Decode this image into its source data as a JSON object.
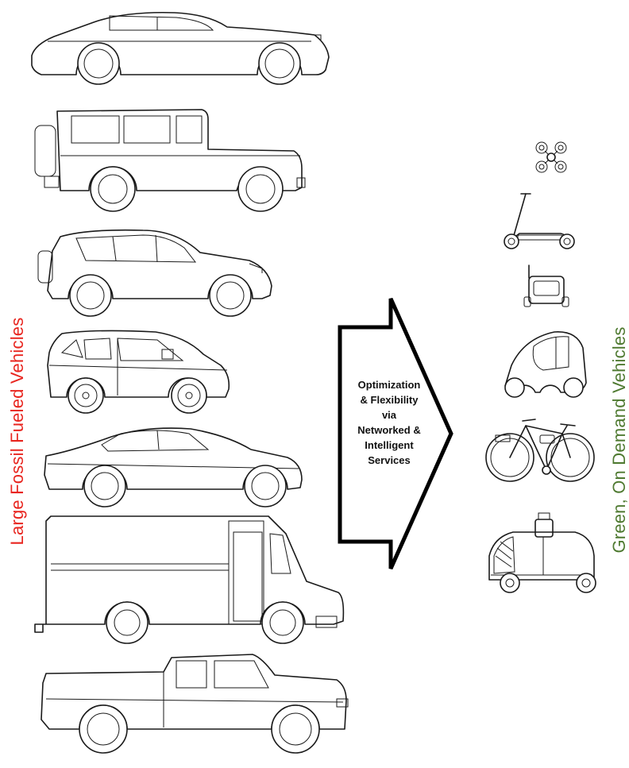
{
  "labels": {
    "left": "Large Fossil Fueled Vehicles",
    "right": "Green, On Demand Vehicles"
  },
  "arrow": {
    "lines": [
      "Optimization",
      "& Flexibility",
      "via",
      "Networked &",
      "Intelligent",
      "Services"
    ]
  },
  "colors": {
    "left_label": "#e8251f",
    "right_label": "#4f7a31",
    "outline": "#1a1a1a"
  },
  "vehicles": {
    "left": [
      "sedan",
      "boxy-suv",
      "compact-suv",
      "minivan",
      "sports-sedan",
      "delivery-truck",
      "pickup-truck"
    ],
    "right": [
      "quadcopter-drone",
      "electric-scooter",
      "delivery-robot",
      "micro-car",
      "e-bike",
      "autonomous-delivery-pod"
    ]
  }
}
